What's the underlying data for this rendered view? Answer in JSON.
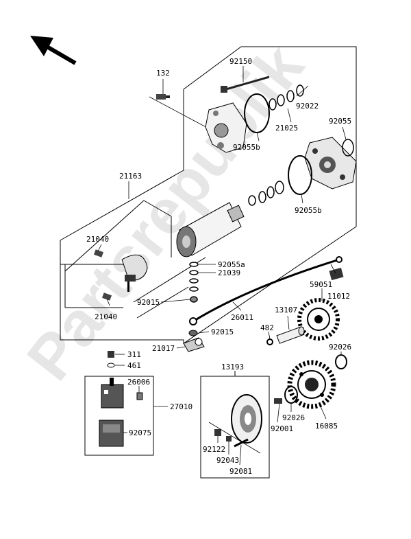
{
  "watermark": "Partsrepublik",
  "labels": {
    "p132": "132",
    "p92150": "92150",
    "p92022": "92022",
    "p21025": "21025",
    "p92055_top": "92055",
    "p92055b_top": "92055b",
    "p21163": "21163",
    "p92055b_mid": "92055b",
    "p21040_top": "21040",
    "p92055a": "92055a",
    "p21039": "21039",
    "p11012": "11012",
    "p92015_left": "92015",
    "p26011": "26011",
    "p59051": "59051",
    "p21040_bot": "21040",
    "p13107": "13107",
    "p92015_mid": "92015",
    "p482": "482",
    "p21017": "21017",
    "p92026_right": "92026",
    "p311": "311",
    "p461": "461",
    "p13193": "13193",
    "p26006": "26006",
    "p27010": "27010",
    "p92026_mid": "92026",
    "p92001": "92001",
    "p16085": "16085",
    "p92075": "92075",
    "p92122": "92122",
    "p92043": "92043",
    "p92081": "92081"
  }
}
